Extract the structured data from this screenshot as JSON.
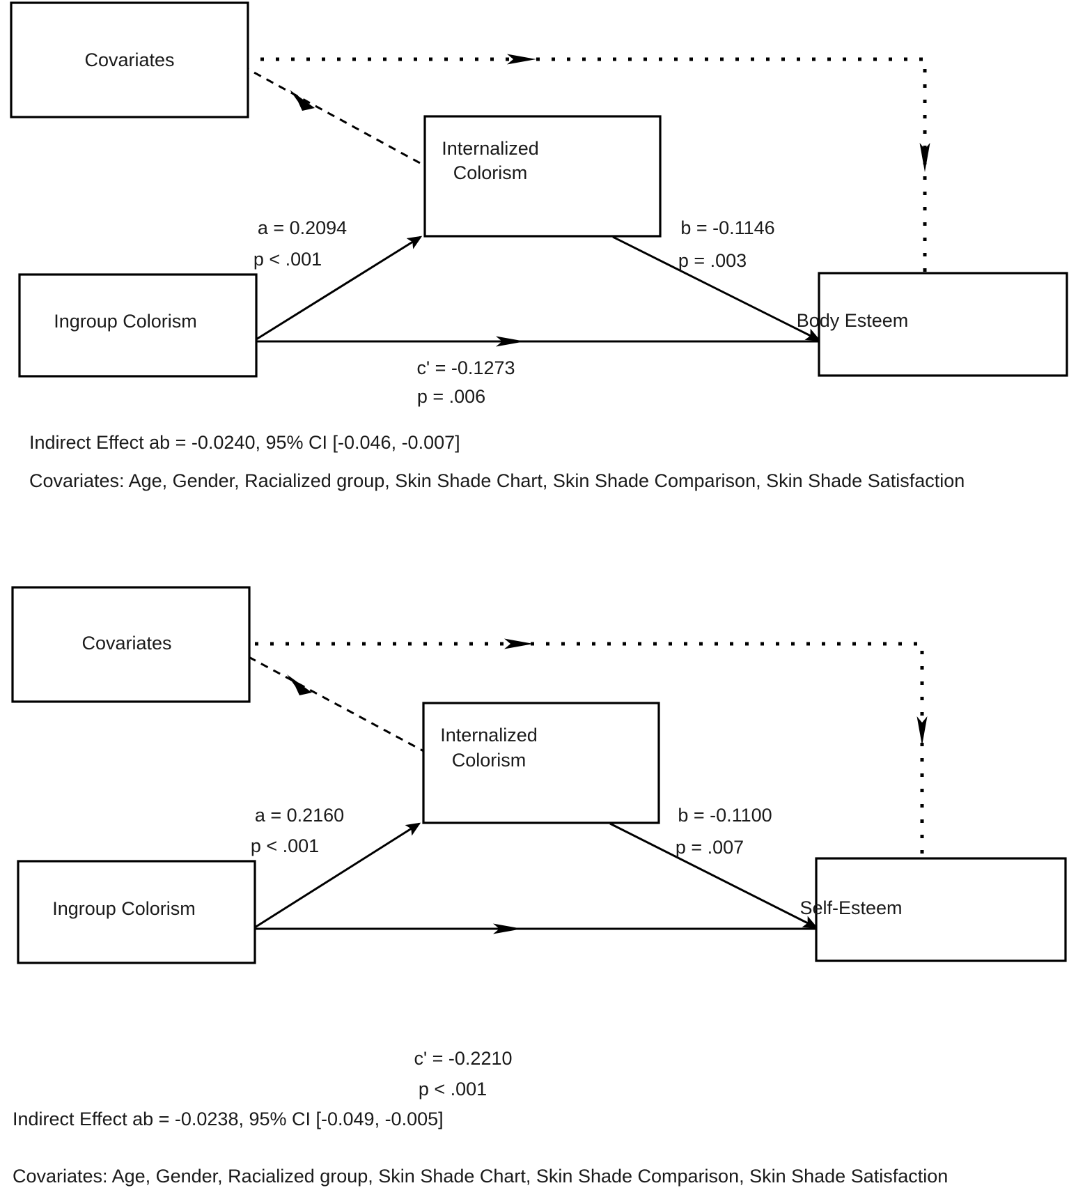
{
  "figure": {
    "type": "mediation-path-diagram",
    "panel_count": 2
  },
  "panels": [
    {
      "id": "panel-body-esteem",
      "boxes": {
        "covariates": "Covariates",
        "predictor": "Ingroup Colorism",
        "mediator_line1": "Internalized",
        "mediator_line2": "Colorism",
        "outcome": "Body Esteem"
      },
      "paths": {
        "a_coef": "a = 0.2094",
        "a_p": "p < .001",
        "b_coef": "b = -0.1146",
        "b_p": "p = .003",
        "c_coef": "c' = -0.1273",
        "c_p": "p = .006"
      },
      "notes": {
        "indirect": "Indirect Effect ab = -0.0240, 95% CI [-0.046, -0.007]",
        "covariates": "Covariates: Age, Gender,  Racialized group, Skin Shade Chart, Skin Shade Comparison, Skin Shade Satisfaction"
      }
    },
    {
      "id": "panel-self-esteem",
      "boxes": {
        "covariates": "Covariates",
        "predictor": "Ingroup Colorism",
        "mediator_line1": "Internalized",
        "mediator_line2": "Colorism",
        "outcome": "Self-Esteem"
      },
      "paths": {
        "a_coef": "a = 0.2160",
        "a_p": "p < .001",
        "b_coef": "b = -0.1100",
        "b_p": "p = .007",
        "c_coef": "c' = -0.2210",
        "c_p": "p < .001"
      },
      "notes": {
        "indirect": "Indirect Effect ab = -0.0238, 95% CI [-0.049, -0.005]",
        "covariates": "Covariates: Age, Gender,  Racialized group, Skin Shade Chart, Skin Shade Comparison, Skin Shade Satisfaction"
      }
    }
  ],
  "colors": {
    "stroke": "#000000",
    "text": "#1a1a1a",
    "background": "#ffffff"
  }
}
